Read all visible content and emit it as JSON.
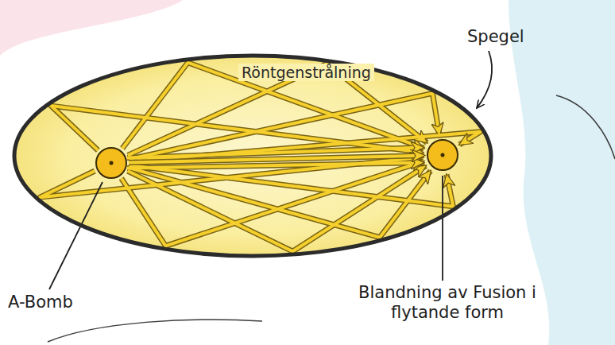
{
  "diagram": {
    "nodes": [
      {
        "text": [
          "Spegel"
        ]
      },
      {
        "text": [
          "A-Bomb"
        ],
        "in": 0
      },
      {
        "text": [
          "Blandning av Fusion i flytande form"
        ],
        "in": 0
      }
    ],
    "edges": [
      {
        "from": 1,
        "to": 2,
        "arrow": "to",
        "label": "Röntgenstrålning"
      }
    ]
  }
}
